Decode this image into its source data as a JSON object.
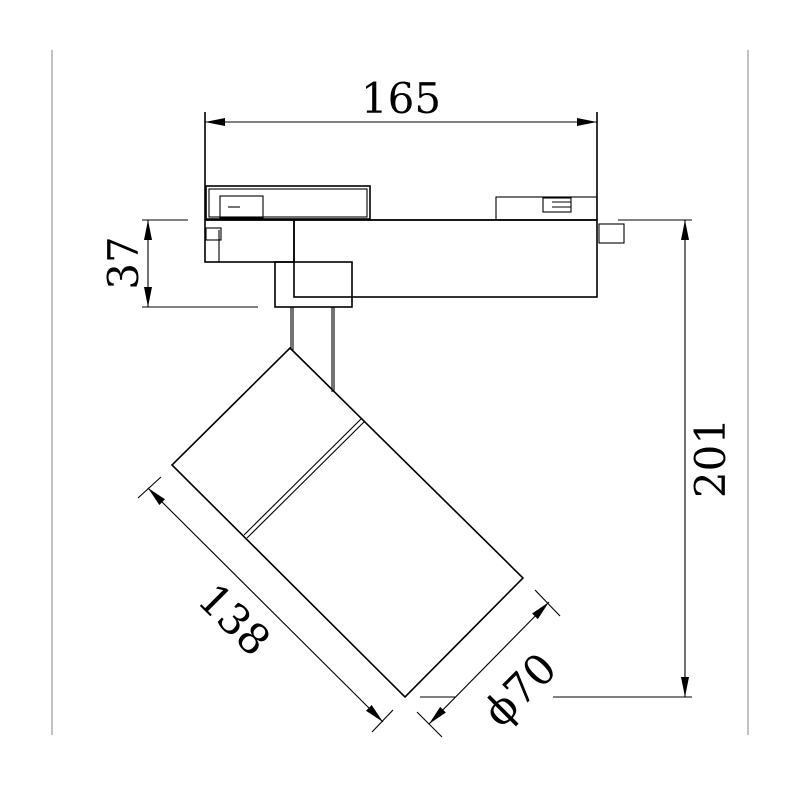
{
  "drawing": {
    "dimensions": {
      "width": "165",
      "adapter_height": "37",
      "total_height": "201",
      "lamp_length": "138",
      "lamp_diameter": "ϕ70"
    },
    "line_color": "#000000",
    "frame_color": "#9a9a9a"
  }
}
